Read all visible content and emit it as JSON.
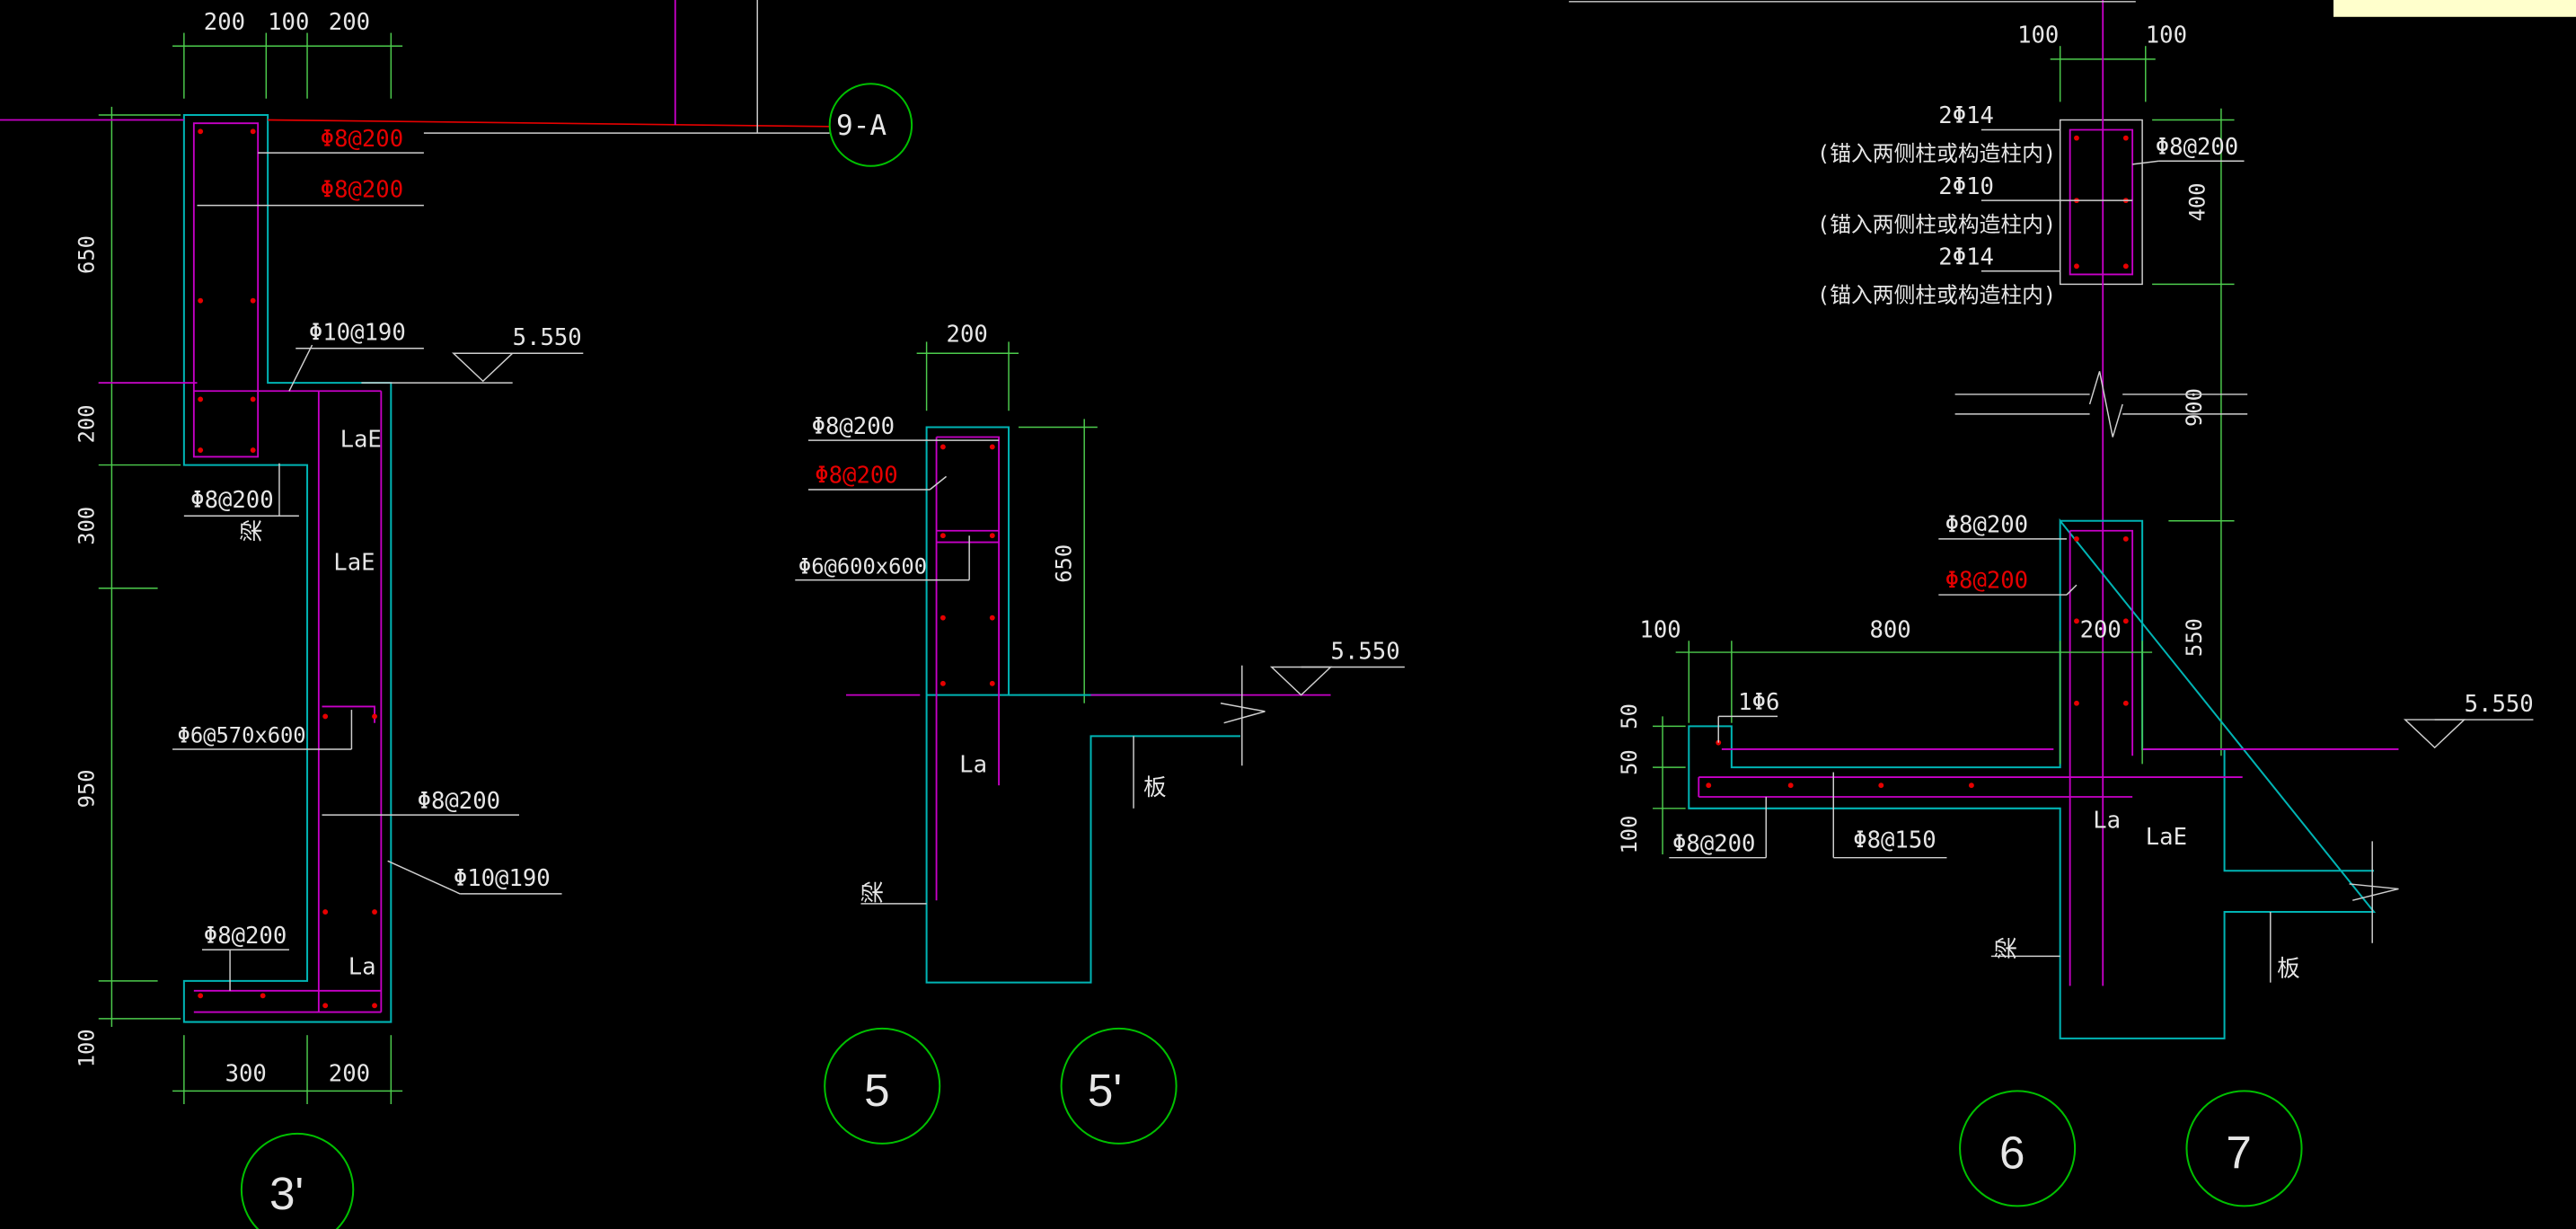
{
  "colors": {
    "background": "#000000",
    "dimension": "#4dcc4d",
    "concrete": "#00b4b4",
    "rebar": "#c800c8",
    "rebar_highlight": "#e60000",
    "text": "#e6e6e6",
    "callout_circle": "#00c000",
    "tooltip": "#ffffcc"
  },
  "details": {
    "d3p": {
      "dims_top": [
        "200",
        "100",
        "200"
      ],
      "dims_left": [
        "650",
        "200",
        "300",
        "950",
        "100"
      ],
      "dims_bottom": [
        "300",
        "200"
      ],
      "rebar_top1": "Φ8@200",
      "rebar_top2": "Φ8@200",
      "rebar_stirrup": "Φ10@190",
      "rebar_mid": "Φ8@200",
      "beam_label": "梁",
      "lae1": "LaE",
      "lae2": "LaE",
      "tie": "Φ6@570x600",
      "rebar_side": "Φ8@200",
      "rebar_side2": "Φ10@190",
      "rebar_bottom": "Φ8@200",
      "la": "La",
      "elevation": "5.550",
      "section_ref": "9-A",
      "callout": "3'"
    },
    "d5": {
      "dim_top": "200",
      "dim_height": "650",
      "rebar1": "Φ8@200",
      "rebar2": "Φ8@200",
      "tie": "Φ6@600x600",
      "la": "La",
      "slab": "板",
      "beam": "梁",
      "elevation": "5.550",
      "callout_a": "5",
      "callout_b": "5'"
    },
    "d6": {
      "dims_top": [
        "100",
        "100"
      ],
      "top_bar1": "2Φ14",
      "anchor1": "(锚入两侧柱或构造柱内)",
      "top_bar2": "2Φ10",
      "anchor2": "(锚入两侧柱或构造柱内)",
      "top_bar3": "2Φ14",
      "anchor3": "(锚入两侧柱或构造柱内)",
      "stirrup": "Φ8@200",
      "dim_400": "400",
      "dim_900": "900",
      "dim_550": "550",
      "rebar1": "Φ8@200",
      "rebar2": "Φ8@200",
      "dim_100": "100",
      "dim_800": "800",
      "dim_200": "200",
      "bar_1phi6": "1Φ6",
      "dims_left": [
        "50",
        "50",
        "100"
      ],
      "rebar_bottom": "Φ8@200",
      "rebar_150": "Φ8@150",
      "la": "La",
      "lae": "LaE",
      "beam": "梁",
      "slab": "板",
      "elevation": "5.550",
      "callout_a": "6",
      "callout_b": "7"
    }
  }
}
